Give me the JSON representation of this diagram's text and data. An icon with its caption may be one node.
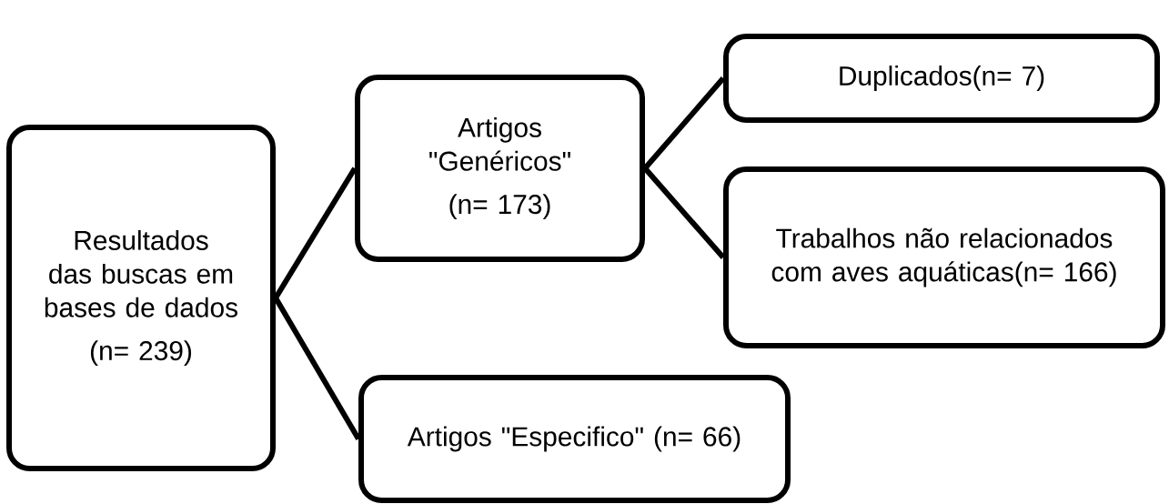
{
  "diagram": {
    "nodes": [
      {
        "text": [
          "Resultados das buscas em bases de dados",
          "(n= 239)"
        ]
      },
      {
        "text": [
          "Artigos \"Genéricos\"",
          "(n= 173)"
        ]
      },
      {
        "text": [
          "Duplicados(n= 7)"
        ]
      },
      {
        "text": [
          "Trabalhos não relacionados com aves aquáticas(n= 166)"
        ]
      },
      {
        "text": [
          "Artigos \"Especifico\" (n= 66)"
        ]
      }
    ],
    "edges": [
      {
        "from": 0,
        "to": 1,
        "arrow": "none"
      },
      {
        "from": 0,
        "to": 4,
        "arrow": "none"
      },
      {
        "from": 1,
        "to": 2,
        "arrow": "none"
      },
      {
        "from": 1,
        "to": 3,
        "arrow": "none"
      }
    ]
  }
}
